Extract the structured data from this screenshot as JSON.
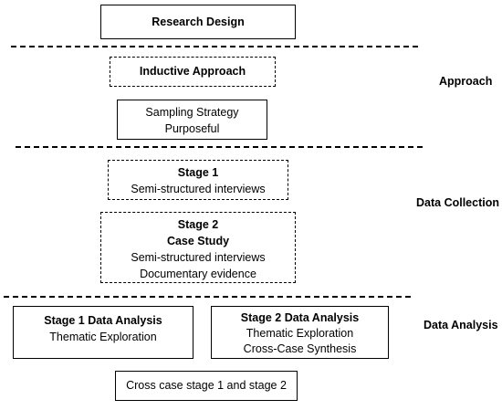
{
  "title": "Research Design",
  "sections": {
    "approach": "Approach",
    "data_collection": "Data Collection",
    "data_analysis": "Data Analysis"
  },
  "approach": {
    "inductive": "Inductive Approach",
    "sampling_line1": "Sampling Strategy",
    "sampling_line2": "Purposeful"
  },
  "collection": {
    "stage1_title": "Stage 1",
    "stage1_line": "Semi-structured interviews",
    "stage2_title": "Stage 2",
    "stage2_subtitle": "Case Study",
    "stage2_line1": "Semi-structured interviews",
    "stage2_line2": "Documentary evidence"
  },
  "analysis": {
    "s1_title": "Stage 1 Data Analysis",
    "s1_line": "Thematic Exploration",
    "s2_title": "Stage 2 Data Analysis",
    "s2_line1": "Thematic Exploration",
    "s2_line2": "Cross-Case Synthesis",
    "cross": "Cross case stage 1 and stage 2"
  }
}
